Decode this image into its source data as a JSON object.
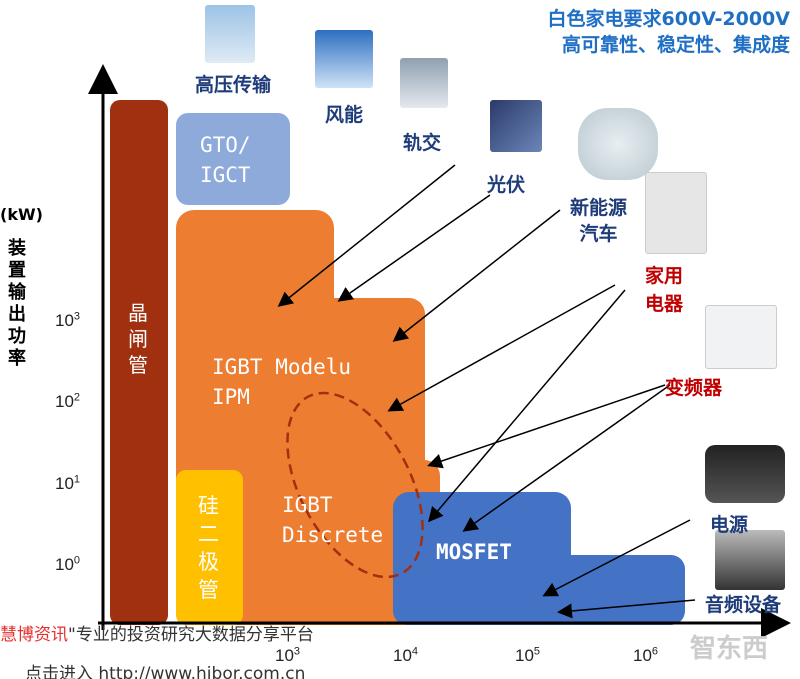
{
  "header": {
    "line1": "白色家电要求600V-2000V",
    "line2": "高可靠性、稳定性、集成度"
  },
  "axis": {
    "y_unit": "(kW)",
    "y_label": "装\n置\n输\n出\n功\n率",
    "y_ticks": [
      "10",
      "10",
      "10",
      "10"
    ],
    "y_exps": [
      "3",
      "2",
      "1",
      "0"
    ],
    "x_ticks": [
      "10",
      "10",
      "10",
      "10"
    ],
    "x_exps": [
      "3",
      "4",
      "5",
      "6"
    ]
  },
  "devices": {
    "thyristor": "晶\n闸\n管",
    "gto": "GTO/\nIGCT",
    "igbt_module": "IGBT Modelu\nIPM",
    "igbt_discrete": "IGBT\nDiscrete",
    "diode": "硅\n二\n极\n管",
    "mosfet": "MOSFET"
  },
  "applications": {
    "hv": "高压传输",
    "wind": "风能",
    "rail": "轨交",
    "pv": "光伏",
    "ev": "新能源\n汽车",
    "home": "家用\n电器",
    "inverter": "变频器",
    "power": "电源",
    "audio": "音频设备"
  },
  "watermark": {
    "left": "慧博资讯",
    "mid": "\"专业的投资研究大数据分享平台",
    "bottom": "点击进入 http://www.hibor.com.cn",
    "logo": "智东西"
  },
  "colors": {
    "thyristor": "#A0300F",
    "gto": "#8EAADB",
    "igbt": "#ED7D31",
    "diode": "#FFC000",
    "mosfet": "#4472C4",
    "title": "#1F6FC5"
  }
}
